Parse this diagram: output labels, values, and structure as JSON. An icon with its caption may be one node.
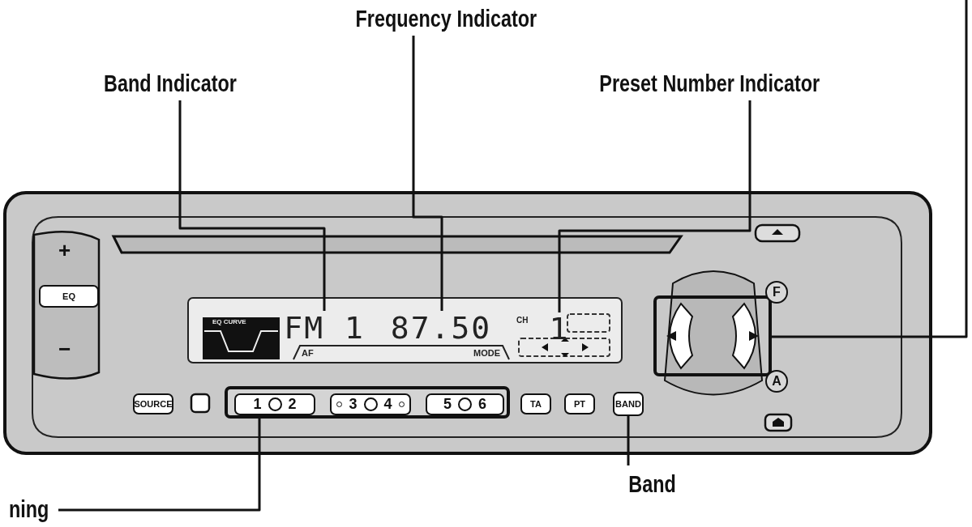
{
  "diagram": {
    "nodes": [
      {
        "text": [
          "Frequency Indicator"
        ]
      },
      {
        "text": [
          "Band Indicator"
        ]
      },
      {
        "text": [
          "Preset Number Indicator"
        ]
      },
      {
        "text": [
          "FM 1"
        ]
      },
      {
        "text": [
          "87.50"
        ]
      },
      {
        "text": [
          "1"
        ]
      },
      {
        "text": [],
        "shape": "box"
      },
      {
        "text": [
          "SOURCE"
        ]
      },
      {
        "text": [],
        "shape": "box"
      },
      {
        "text": [
          "1",
          "2"
        ],
        "in": 8
      },
      {
        "text": [
          "3",
          "4"
        ],
        "in": 8
      },
      {
        "text": [
          "5",
          "6"
        ],
        "in": 8
      },
      {
        "text": [
          "TA"
        ]
      },
      {
        "text": [
          "PT"
        ]
      },
      {
        "text": [
          "BAND"
        ]
      },
      {
        "text": [
          "F"
        ]
      },
      {
        "text": [
          "A"
        ]
      },
      {
        "text": [
          "EQ"
        ]
      },
      {
        "text": [
          "ning"
        ]
      },
      {
        "text": [
          "Band"
        ]
      }
    ],
    "edges": [
      {
        "from": 1,
        "to": 3,
        "arrow": "none"
      },
      {
        "from": 0,
        "to": 4,
        "arrow": "none"
      },
      {
        "from": 2,
        "to": 5,
        "arrow": "none"
      },
      {
        "from": null,
        "to": 6,
        "arrow": "none"
      },
      {
        "from": 18,
        "to": 8,
        "arrow": "none"
      },
      {
        "from": 19,
        "to": 14,
        "arrow": "none"
      }
    ],
    "labels": [
      "EQ CURVE",
      "+",
      "−",
      "CH",
      "AF",
      "MODE"
    ]
  }
}
